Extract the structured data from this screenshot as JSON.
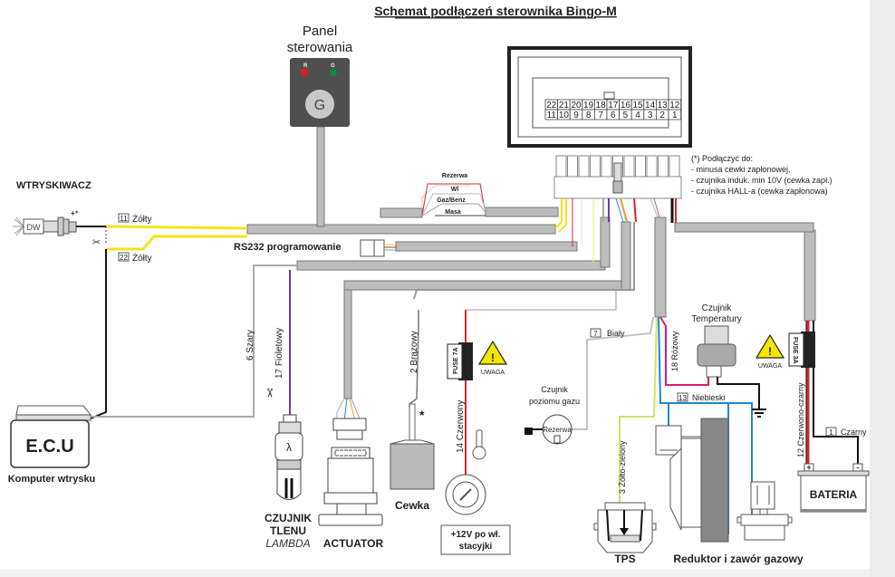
{
  "title": "Schemat podłączeń sterownika Bingo-M",
  "colors": {
    "yellow": "#f2e51b",
    "gray_cable": "#b8b8b8",
    "red": "#d8262c",
    "violet": "#6a3d9a",
    "blue": "#1a8ad4",
    "pink": "#d81b7c",
    "yellow_green": "#cfe36b",
    "black": "#111111",
    "panel": "#4f4f4f",
    "led_red": "#e21b1b",
    "led_green": "#0c8a3b",
    "warning": "#f5e600"
  },
  "panel": {
    "title_line1": "Panel",
    "title_line2": "sterowania",
    "led_r": "R",
    "led_g": "G",
    "button": "G"
  },
  "connector": {
    "top_row": [
      "22",
      "21",
      "20",
      "19",
      "18",
      "17",
      "16",
      "15",
      "14",
      "13",
      "12"
    ],
    "bottom_row": [
      "11",
      "10",
      "9",
      "8",
      "7",
      "6",
      "5",
      "4",
      "3",
      "2",
      "1"
    ]
  },
  "note": {
    "heading": "(*) Podłączyć do:",
    "lines": [
      "- minusa cewki zapłonowej,",
      "- czujnika induk. min 10V (cewka zapł.)",
      "- czujnika HALL-a (cewka zapłonowa)"
    ]
  },
  "panel_wires": [
    "Rezerwa",
    "Wl",
    "Gaz/Benz",
    "Masa"
  ],
  "injector": {
    "title": "WTRYSKIWACZ",
    "body_label": "DW",
    "wires": [
      {
        "num": "11",
        "color": "Żółty"
      },
      {
        "num": "22",
        "color": "Żółty"
      }
    ]
  },
  "rs232_label": "RS232  programowanie",
  "ecu": {
    "label": "E.C.U",
    "caption": "Komputer wtrysku"
  },
  "wires": {
    "gray": {
      "num": "6",
      "color": "Szary"
    },
    "violet": {
      "num": "17",
      "color": "Fioletowy"
    },
    "brown": {
      "num": "2",
      "color": "Brązowy"
    },
    "red": {
      "num": "14",
      "color": "Czerwony"
    },
    "white": {
      "num": "7",
      "color": "Biały"
    },
    "pink": {
      "num": "18",
      "color": "Różowy"
    },
    "blue": {
      "num": "13",
      "color": "Niebieski"
    },
    "yellow_green": {
      "num": "3",
      "color": "Żółto-zielony"
    },
    "red_black": {
      "num": "12",
      "color": "Czerwono-czarny"
    },
    "black": {
      "num": "1",
      "color": "Czarny"
    }
  },
  "lambda": {
    "line1": "CZUJNIK",
    "line2": "TLENU",
    "line3": "LAMBDA",
    "symbol": "λ"
  },
  "actuator_label": "ACTUATOR",
  "coil_label": "Cewka",
  "asterisk": "*",
  "fuse_7a": "FUSE 7A",
  "fuse_3a": "FUSE 3A",
  "warning_label": "UWAGA",
  "ignition": {
    "line1": "+12V po wł.",
    "line2": "stacyjki"
  },
  "gas_sensor": {
    "line1": "Czujnik",
    "line2": "poziomu gazu",
    "body": "Rezerwa"
  },
  "temp_sensor": {
    "line1": "Czujnik",
    "line2": "Temperatury"
  },
  "tps_label": "TPS",
  "reducer_label": "Reduktor i zawór gazowy",
  "battery": {
    "label": "BATERIA",
    "plus": "+",
    "minus": "-"
  }
}
